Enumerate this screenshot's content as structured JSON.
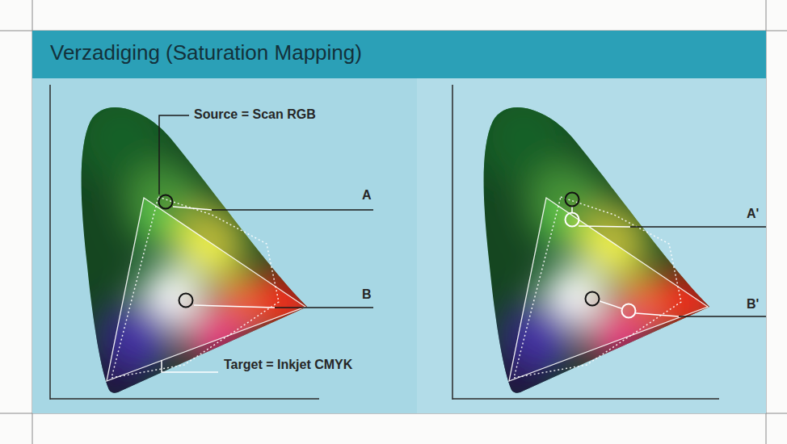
{
  "diagram": {
    "title": "Verzadiging (Saturation Mapping)",
    "labels": [
      "Source = Scan RGB",
      "A",
      "B",
      "Target = Inkjet CMYK",
      "A'",
      "B'"
    ]
  }
}
